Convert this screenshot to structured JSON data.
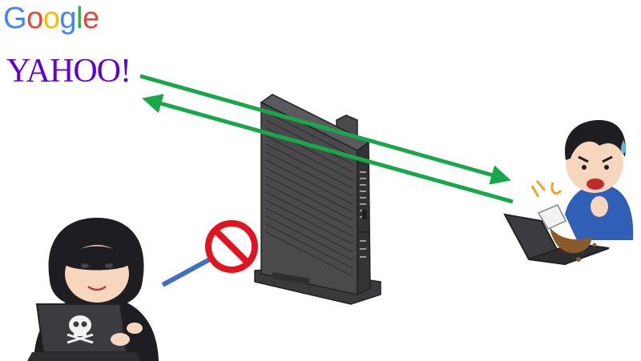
{
  "logos": {
    "google": {
      "letters": [
        {
          "char": "G",
          "color": "#4285F4"
        },
        {
          "char": "o",
          "color": "#EA4335"
        },
        {
          "char": "o",
          "color": "#FBBC05"
        },
        {
          "char": "g",
          "color": "#4285F4"
        },
        {
          "char": "l",
          "color": "#34A853"
        },
        {
          "char": "e",
          "color": "#EA4335"
        }
      ]
    },
    "yahoo": {
      "text": "YAHOO!",
      "color": "#5f01d1"
    }
  },
  "colors": {
    "green_arrow": "#18a84a",
    "blue_arrow": "#3e6fc4",
    "prohibit": "#e0141e",
    "router_body": "#4a4a4d",
    "router_shadow": "#2e2e31",
    "hood": "#1e1e22",
    "laptop_dark": "#3b3b40",
    "skin": "#f6d7bd",
    "shirt": "#2f5fb7",
    "coffee": "#8b5a2b"
  },
  "icons": [
    "router-icon",
    "hacker-icon",
    "skull-icon",
    "laptop-icon",
    "panicked-user-icon",
    "spilled-coffee-icon",
    "prohibited-icon"
  ]
}
